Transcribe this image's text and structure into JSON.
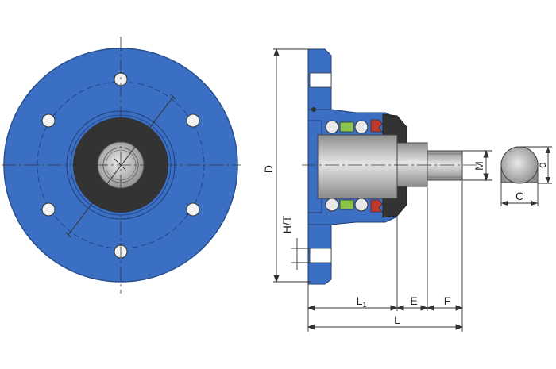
{
  "labels": {
    "D": "D",
    "HT": "H/T",
    "L1": "L1",
    "E": "E",
    "F": "F",
    "L": "L",
    "M": "M",
    "d": "d",
    "C": "C"
  },
  "colors": {
    "flange_blue": "#3b6fc4",
    "flange_blue_dark": "#2e5aa8",
    "seal_dark": "#333333",
    "shaft_grey": "#b8b8b8",
    "seal_red": "#c0392b",
    "ball_green": "#8bc34a",
    "line": "#333333"
  }
}
